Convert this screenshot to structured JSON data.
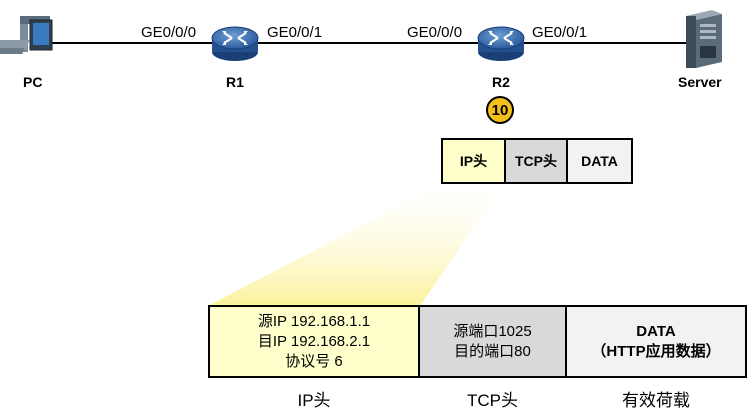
{
  "devices": {
    "pc": "PC",
    "r1": "R1",
    "r2": "R2",
    "server": "Server"
  },
  "interfaces": {
    "r1_left": "GE0/0/0",
    "r1_right": "GE0/0/1",
    "r2_left": "GE0/0/0",
    "r2_right": "GE0/0/1"
  },
  "step_number": "10",
  "packet_small": {
    "ip": "IP头",
    "tcp": "TCP头",
    "data": "DATA"
  },
  "packet_detail": {
    "ip_lines": [
      "源IP 192.168.1.1",
      "目IP 192.168.2.1",
      "协议号 6"
    ],
    "tcp_lines": [
      "源端口1025",
      "目的端口80"
    ],
    "data_lines": [
      "DATA",
      "（HTTP应用数据）"
    ],
    "captions": {
      "ip": "IP头",
      "tcp": "TCP头",
      "data": "有效荷载"
    }
  },
  "colors": {
    "ip_fill": "#ffffcc",
    "tcp_fill": "#d9d9d9",
    "data_fill": "#f2f2f2",
    "step_badge": "#f3c01a",
    "router_blue": "#2f63a8",
    "highlight_beam": "#fcf3a8"
  }
}
